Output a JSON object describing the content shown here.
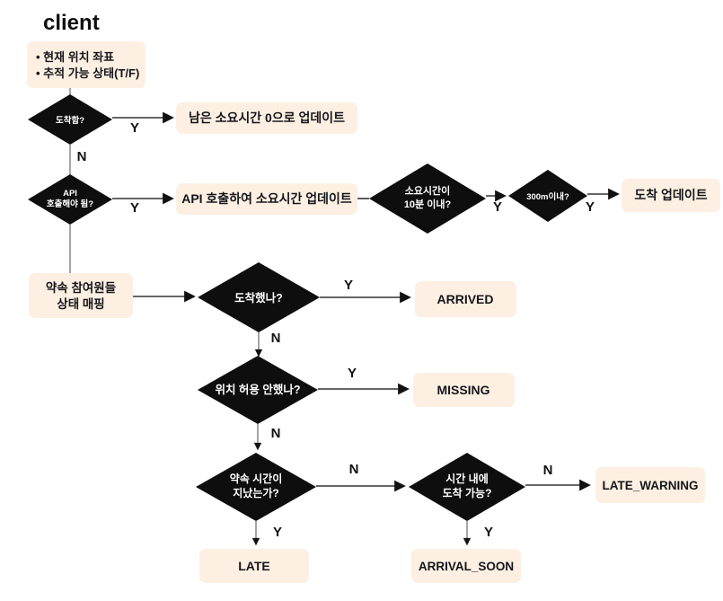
{
  "colors": {
    "background": "#ffffff",
    "node_fill": "#fdf0e2",
    "diamond_fill": "#0e0e0e",
    "node_text": "#14161c",
    "diamond_text": "#ffffff",
    "edge_line": "#333333",
    "label_text": "#111111"
  },
  "title": "client",
  "nodes": {
    "client_info": {
      "lines": [
        "• 현재 위치 좌표",
        "• 추적 가능 상태(T/F)"
      ]
    },
    "arrived_check": {
      "label": "도착함?"
    },
    "update_remaining_zero": {
      "label": "남은 소요시간 0으로 업데이트"
    },
    "api_needed_check": {
      "lines": [
        "API",
        "호출해야 됨?"
      ]
    },
    "api_call_update": {
      "label": "API 호출하여 소요시간 업데이트"
    },
    "within_10min_check": {
      "lines": [
        "소요시간이",
        "10분 이내?"
      ]
    },
    "within_300m_check": {
      "label": "300m이내?"
    },
    "arrival_update": {
      "label": "도착 업데이트"
    },
    "participants_mapping": {
      "lines": [
        "약속 참여원들",
        "상태 매핑"
      ]
    },
    "has_arrived_check": {
      "label": "도착했나?"
    },
    "arrived_state": {
      "label": "ARRIVED"
    },
    "location_not_allowed_check": {
      "label": "위치 허용 안했나?"
    },
    "missing_state": {
      "label": "MISSING"
    },
    "time_passed_check": {
      "lines": [
        "약속 시간이",
        "지났는가?"
      ]
    },
    "arrive_in_time_check": {
      "lines": [
        "시간 내에",
        "도착 가능?"
      ]
    },
    "late_warning_state": {
      "label": "LATE_WARNING"
    },
    "late_state": {
      "label": "LATE"
    },
    "arrival_soon_state": {
      "label": "ARRIVAL_SOON"
    }
  },
  "edge_labels": {
    "yes": "Y",
    "no": "N"
  }
}
